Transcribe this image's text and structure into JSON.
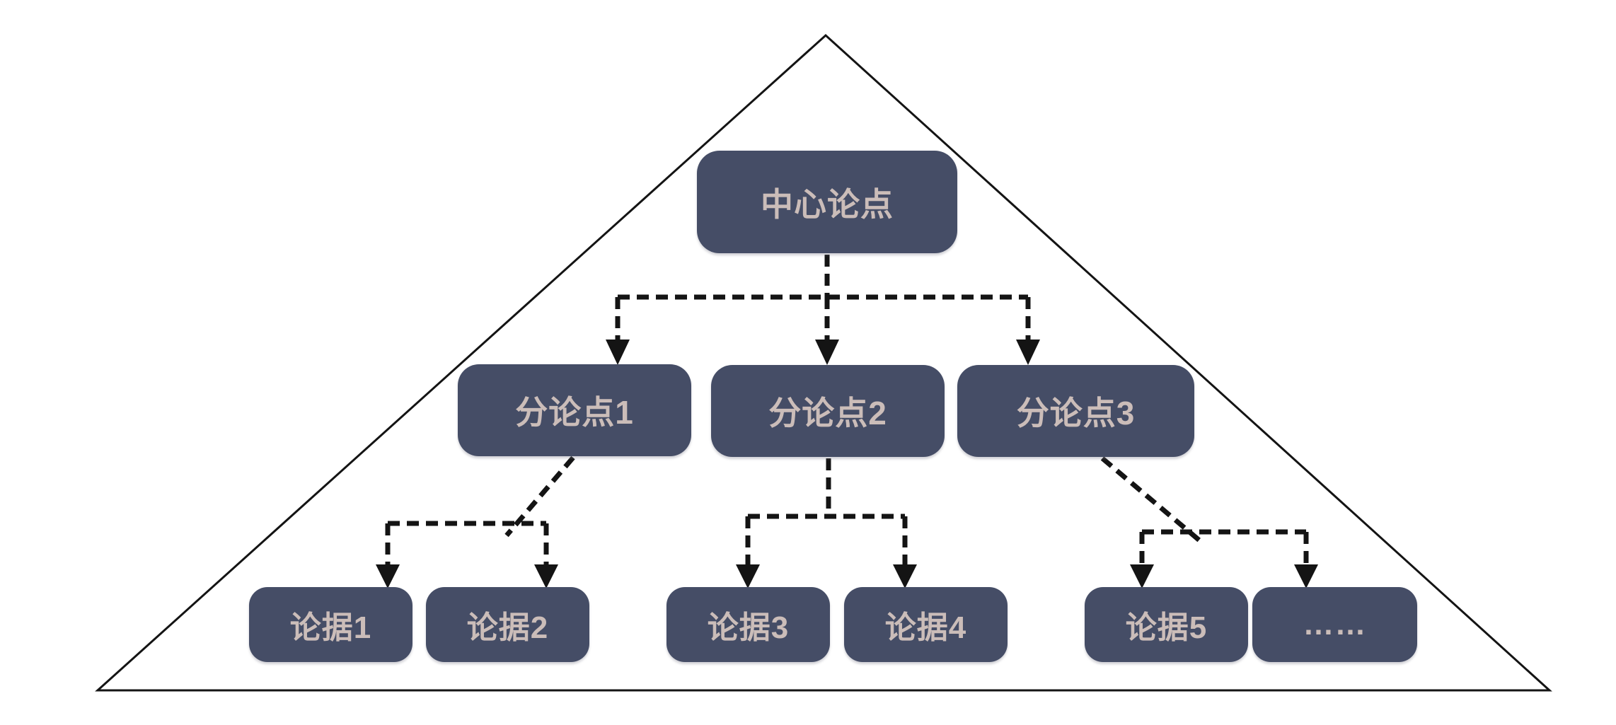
{
  "diagram": {
    "type": "pyramid-argument-structure",
    "colors": {
      "background": "#ffffff",
      "node_fill": "#454d66",
      "node_text": "#cbbdb9",
      "line": "#141414"
    },
    "frame": "triangle-outline",
    "connector_style": "dashed-elbow-with-solid-arrowheads",
    "nodes": {
      "central": {
        "label": "中心论点"
      },
      "sub1": {
        "label": "分论点1"
      },
      "sub2": {
        "label": "分论点2"
      },
      "sub3": {
        "label": "分论点3"
      },
      "ev1": {
        "label": "论据1"
      },
      "ev2": {
        "label": "论据2"
      },
      "ev3": {
        "label": "论据3"
      },
      "ev4": {
        "label": "论据4"
      },
      "ev5": {
        "label": "论据5"
      },
      "more": {
        "label": "……"
      }
    },
    "edges": [
      {
        "from": "central",
        "to": [
          "sub1",
          "sub2",
          "sub3"
        ]
      },
      {
        "from": "sub1",
        "to": [
          "ev1",
          "ev2"
        ]
      },
      {
        "from": "sub2",
        "to": [
          "ev3",
          "ev4"
        ]
      },
      {
        "from": "sub3",
        "to": [
          "ev5",
          "more"
        ]
      }
    ]
  }
}
